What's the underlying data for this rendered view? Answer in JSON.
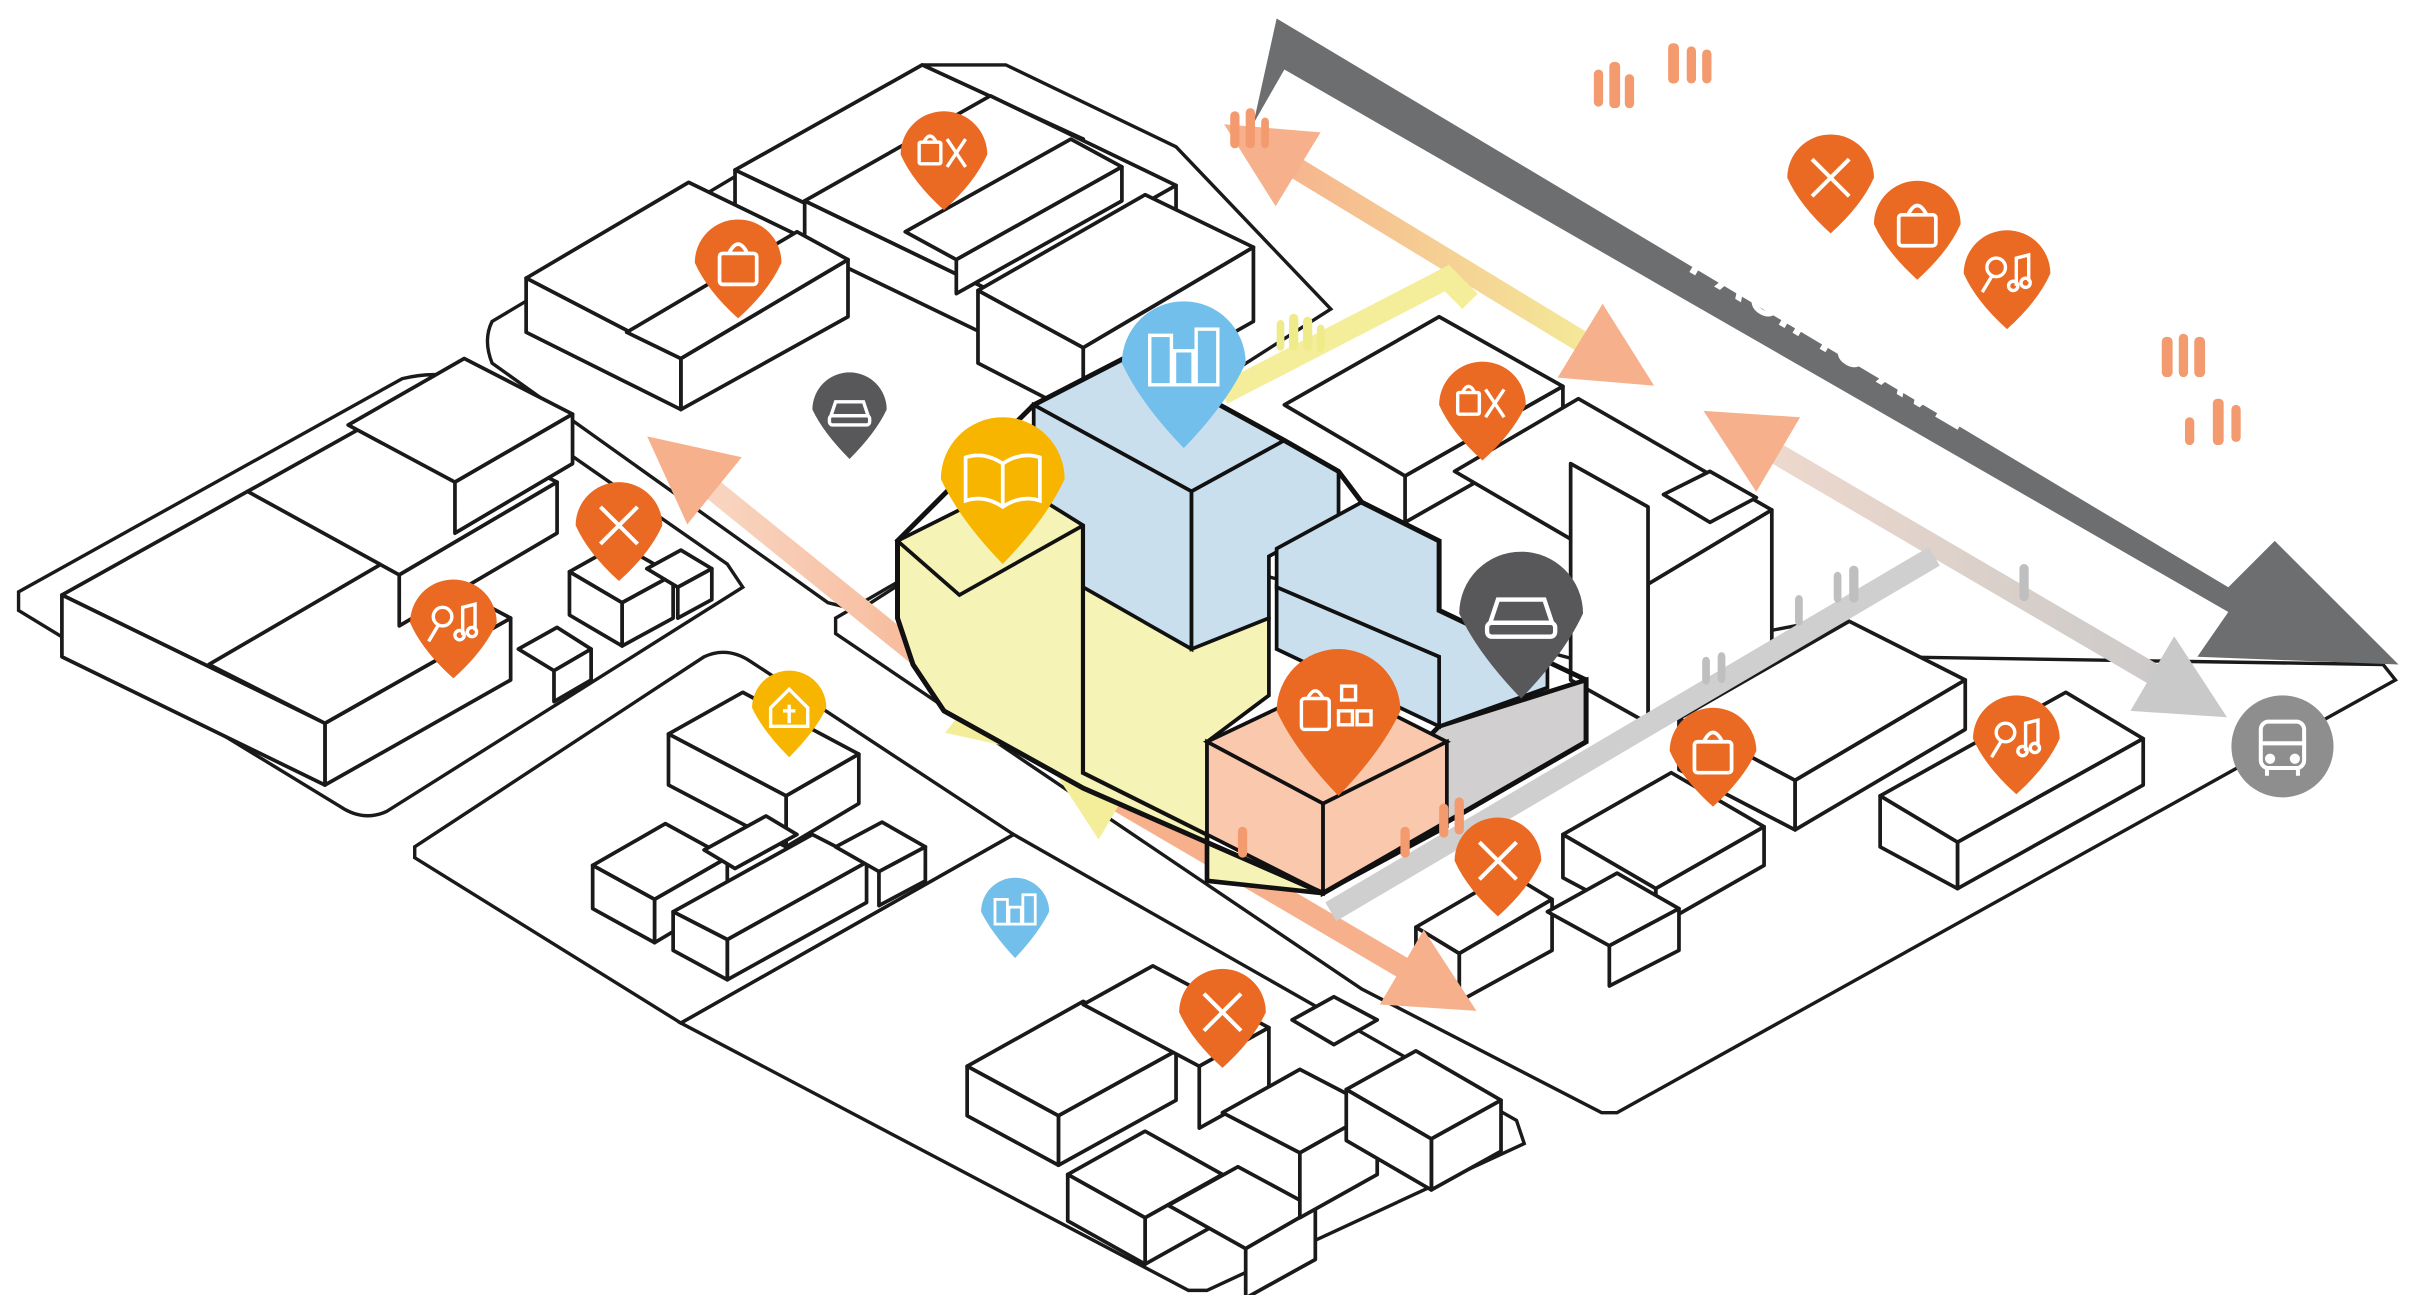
{
  "street": {
    "name": "PACIFIC AVE"
  },
  "colors": {
    "orange": "#EA6A23",
    "yellow": "#F7B500",
    "blue": "#72BFEB",
    "grey": "#58585A",
    "light_grey": "#8E8E8E",
    "street_arrow": "#6D6E70",
    "residential_fill": "#C9DFEE",
    "civic_fill": "#F6F3B6",
    "retail_fill": "#F9C8AD",
    "parking_fill": "#D1CFCF"
  },
  "pins": [
    {
      "name": "shopping-dining-pin",
      "icon": "shopping-bag-utensils-icon"
    },
    {
      "name": "shopping-pin",
      "icon": "shopping-bag-icon"
    },
    {
      "name": "parking-pin",
      "icon": "car-icon"
    },
    {
      "name": "housing-pin",
      "icon": "apartment-buildings-icon"
    },
    {
      "name": "library-pin",
      "icon": "open-book-icon"
    },
    {
      "name": "dining-pin",
      "icon": "fork-knife-icon"
    },
    {
      "name": "entertainment-pin",
      "icon": "music-microphone-icon"
    },
    {
      "name": "school-pin",
      "icon": "house-cross-icon"
    },
    {
      "name": "childcare-retail-pin",
      "icon": "shopping-bag-abc-blocks-icon"
    },
    {
      "name": "bus-pin",
      "icon": "bus-icon"
    }
  ]
}
